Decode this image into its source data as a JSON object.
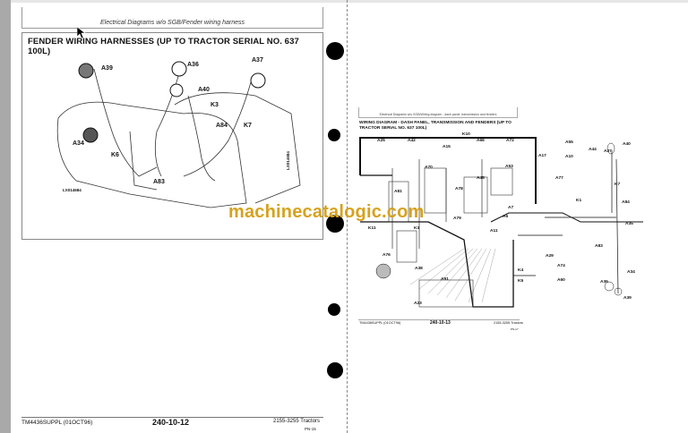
{
  "left_page": {
    "header": "Electrical Diagrams w/o SGB/Fender wiring harness",
    "title": "FENDER WIRING HARNESSES (UP TO TRACTOR SERIAL NO. 637 100L)",
    "labels": [
      "A39",
      "A36",
      "A37",
      "A40",
      "K3",
      "A84",
      "K7",
      "A34",
      "K6",
      "A83"
    ],
    "figure_id": "LX014684",
    "side_id": "LX014684",
    "footer": {
      "doc": "TM4436SUPPL (01OCT96)",
      "page": "240-10-12",
      "model": "2155-3255 Tractors",
      "ref": "PN-15"
    }
  },
  "right_page": {
    "header": "Electrical Diagrams w/o SGB/Wiring diagram - dash panel, transmission and fenders",
    "title": "WIRING DIAGRAM - DASH PANEL, TRANSMISSION AND FENDERS (UP TO TRACTOR SERIAL NO. 637 100L)",
    "labels": [
      "K10",
      "A25",
      "A42",
      "A15",
      "A66",
      "A72",
      "A17",
      "A53",
      "A70",
      "A81",
      "A78",
      "A45",
      "A77",
      "K1",
      "K3",
      "A79",
      "A11",
      "A7",
      "A6",
      "K11",
      "A76",
      "A38",
      "A91",
      "A23",
      "A29",
      "A74",
      "A60",
      "K4",
      "K5",
      "A10",
      "A55",
      "A44",
      "A37",
      "A40",
      "K7",
      "A84",
      "A35",
      "A83",
      "A34",
      "A36",
      "A39"
    ],
    "footer": {
      "doc": "TM4436SUPPL (01OCT96)",
      "page": "240-10-13",
      "model": "2155-3255 Tractors",
      "ref": "PN-17"
    }
  },
  "watermark": "machinecatalogic.com"
}
